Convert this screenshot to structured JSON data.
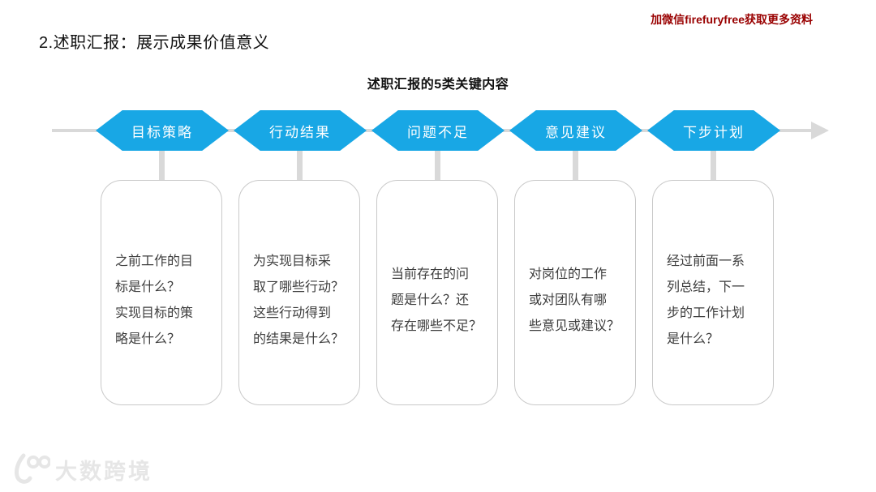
{
  "page": {
    "title": "2.述职汇报：展示成果价值意义",
    "promo_note": "加微信firefuryfree获取更多资料",
    "diagram_title": "述职汇报的5类关键内容"
  },
  "colors": {
    "accent": "#18A7E5",
    "connector_line": "#D9D9D9",
    "card_border": "#C9C9C9",
    "body_text": "#3D3D3D",
    "promo_red": "#990000",
    "watermark_gray": "#E6E6E6"
  },
  "flow": {
    "direction_icon": "right-arrow",
    "steps": [
      {
        "label": "目标策略",
        "text": "之前工作的目标是什么？实现目标的策略是什么？",
        "lines": [
          "之前工作的目",
          "标是什么？",
          "实现目标的策",
          "略是什么？"
        ]
      },
      {
        "label": "行动结果",
        "text": "为实现目标采取了哪些行动？这些行动得到的结果是什么？",
        "lines": [
          "为实现目标采",
          "取了哪些行动？",
          "这些行动得到",
          "的结果是什么？"
        ]
      },
      {
        "label": "问题不足",
        "text": "当前存在的问题是什么？还存在哪些不足？",
        "lines": [
          "当前存在的问",
          "题是什么？还",
          "存在哪些不足？",
          ""
        ]
      },
      {
        "label": "意见建议",
        "text": "对岗位的工作或对团队有哪些意见或建议？",
        "lines": [
          "对岗位的工作",
          "或对团队有哪",
          "些意见或建议？",
          ""
        ]
      },
      {
        "label": "下步计划",
        "text": "经过前面一系列总结，下一步的工作计划是什么？",
        "lines": [
          "经过前面一系",
          "列总结，下一",
          "步的工作计划",
          "是什么？"
        ]
      }
    ]
  },
  "watermark": {
    "logo": "100-swoosh",
    "text": "大数跨境"
  }
}
